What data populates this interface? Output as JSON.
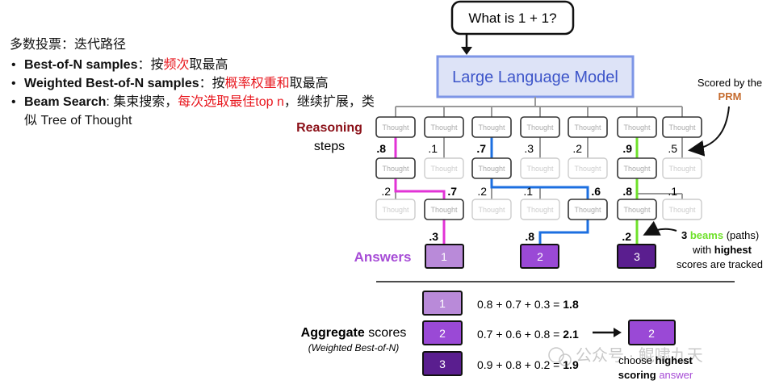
{
  "left_panel": {
    "title": "多数投票：迭代路径",
    "items": [
      {
        "bold": "Best-of-N samples",
        "sep": "：按",
        "red": "频次",
        "rest": "取最高"
      },
      {
        "bold": "Weighted Best-of-N samples",
        "sep": "：按",
        "red": "概率权重和",
        "rest": "取最高"
      },
      {
        "bold": "Beam Search",
        "sep": ": 集束搜索，",
        "red": "每次选取最佳top n",
        "rest": "，继续扩展，类似 Tree of Thought"
      }
    ]
  },
  "question": "What is 1 + 1?",
  "model_label": "Large Language Model",
  "scored_by": {
    "line1": "Scored by the",
    "prm": "PRM"
  },
  "reasoning_label": {
    "line1": "Reasoning",
    "line2": "steps"
  },
  "thought_label": "Thought",
  "row1_scores": [
    ".8",
    ".1",
    ".7",
    ".3",
    ".2",
    ".9",
    ".5"
  ],
  "row2_scores": [
    ".2",
    ".7",
    ".2",
    ".1",
    ".6",
    ".8",
    ".1"
  ],
  "row3_scores": [
    ".3",
    ".8",
    ".2"
  ],
  "answers_label": "Answers",
  "answers": [
    "1",
    "2",
    "3"
  ],
  "beams_note": {
    "num": "3",
    "beams": "beams",
    "paths": "(paths)",
    "with": "with",
    "highest": "highest",
    "tracked": "scores are tracked"
  },
  "aggregate": {
    "label_bold": "Aggregate",
    "label_rest": "scores",
    "subtitle": "(Weighted Best-of-N)",
    "rows": [
      {
        "id": "1",
        "expr": "0.8 + 0.7 + 0.3 = ",
        "total": "1.8"
      },
      {
        "id": "2",
        "expr": "0.7 + 0.6 + 0.8 = ",
        "total": "2.1"
      },
      {
        "id": "3",
        "expr": "0.9 + 0.8 + 0.2 = ",
        "total": "1.9"
      }
    ],
    "chosen": "2",
    "choose_note": {
      "choose": "choose",
      "highest": "highest",
      "scoring": "scoring",
      "answer": "answer"
    }
  },
  "watermark": "公众号 · 鲲啸九天",
  "colors": {
    "pink": "#e233d6",
    "blue": "#1c6fe0",
    "green": "#6fe12b",
    "purple1": "#b98ad9",
    "purple2": "#9a49d6",
    "purple3": "#5a1e8f",
    "model_bg": "#dde3f7",
    "model_border": "#7d95e6",
    "model_text": "#3d55c9",
    "prm": "#c56b2e",
    "reasoning": "#8b1018",
    "answers": "#a64bd6"
  }
}
